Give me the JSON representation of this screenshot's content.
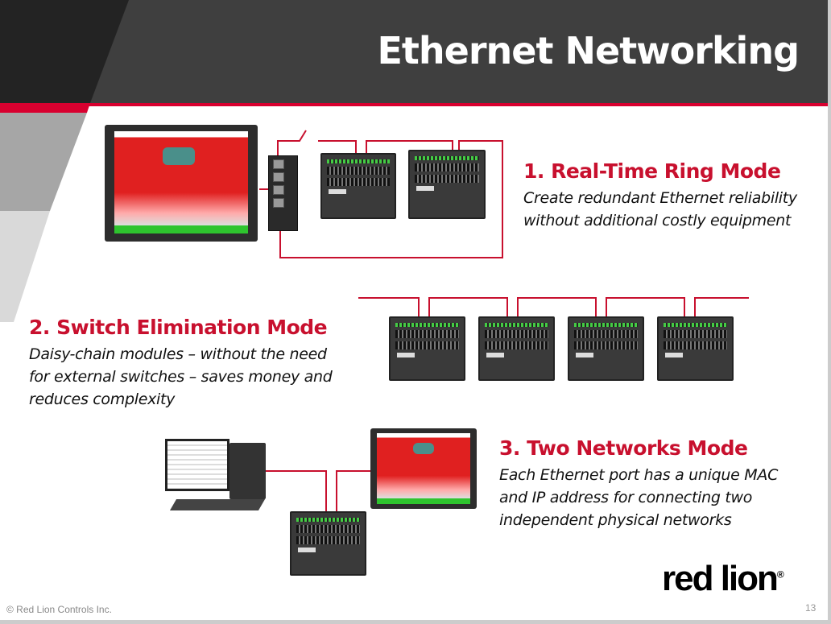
{
  "title": "Ethernet Networking",
  "sections": [
    {
      "heading": "1. Real-Time Ring Mode",
      "lines": [
        "Create redundant Ethernet reliability",
        "without additional costly equipment"
      ]
    },
    {
      "heading": "2. Switch Elimination Mode",
      "lines": [
        "Daisy-chain modules – without the need",
        "for external switches – saves money and",
        "reduces complexity"
      ]
    },
    {
      "heading": "3. Two Networks Mode",
      "lines": [
        "Each Ethernet port has a unique MAC",
        "and IP address for connecting two",
        "independent physical networks"
      ]
    }
  ],
  "footer": "© Red Lion Controls Inc.",
  "page_number": "13",
  "logo": {
    "text": "red lion",
    "registered": "®"
  },
  "colors": {
    "accent": "#c8102e",
    "header": "#3f3f3f",
    "header_dark": "#232323"
  }
}
